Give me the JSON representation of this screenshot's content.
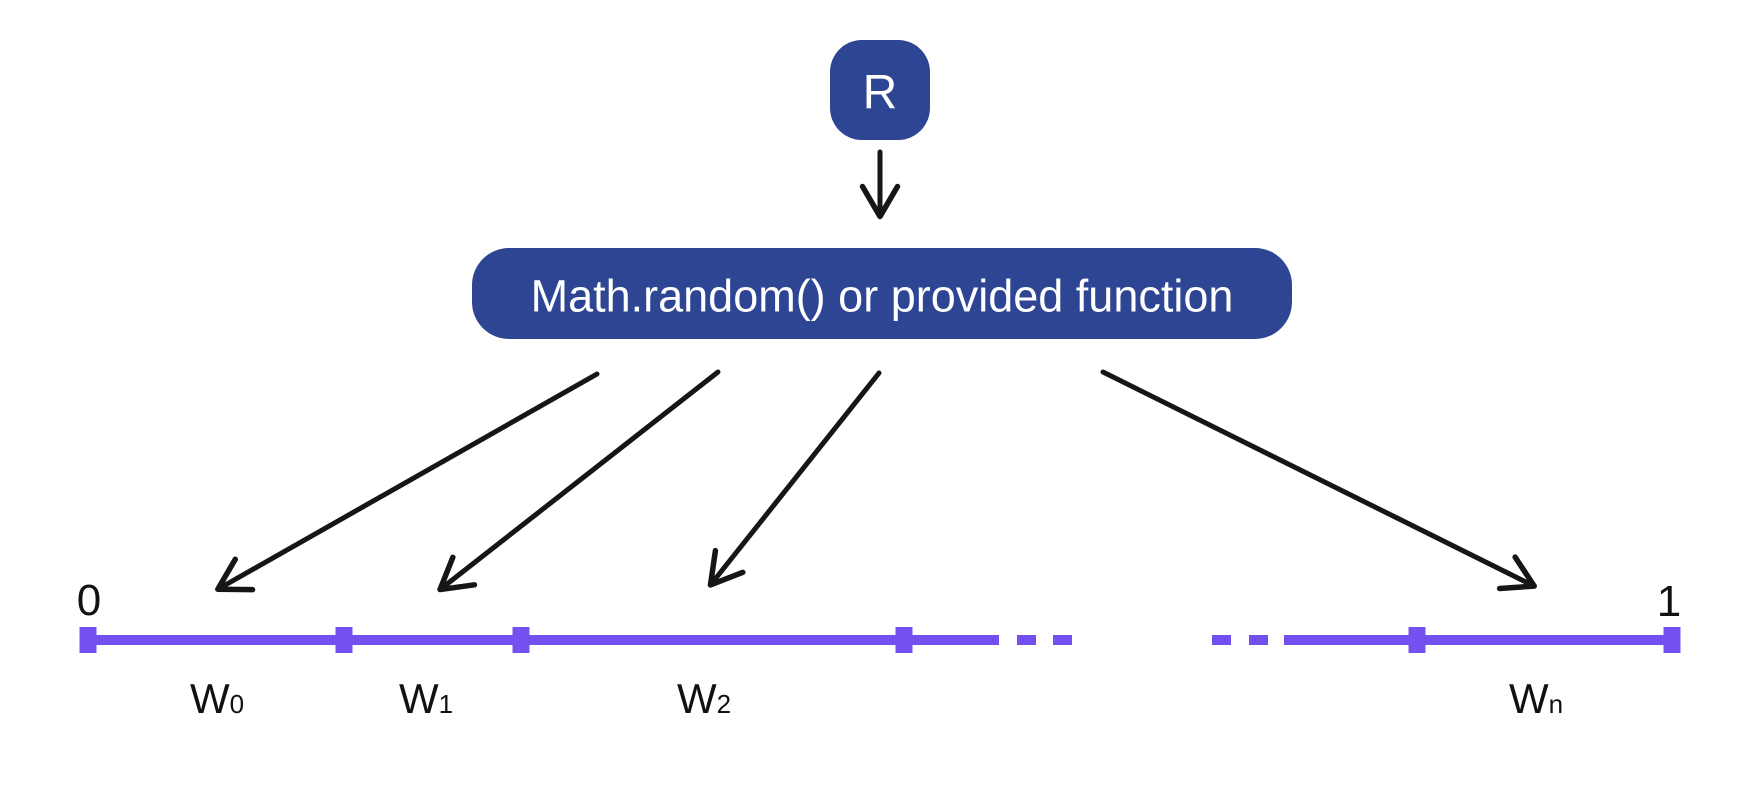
{
  "nodes": {
    "random_source": {
      "label": "R"
    },
    "generator": {
      "label": "Math.random() or provided function"
    }
  },
  "number_line": {
    "start_label": "0",
    "end_label": "1",
    "segment_labels": [
      {
        "base": "W",
        "sub": "0"
      },
      {
        "base": "W",
        "sub": "1"
      },
      {
        "base": "W",
        "sub": "2"
      },
      {
        "base": "W",
        "sub": "n"
      }
    ]
  },
  "colors": {
    "node_fill": "#2e4593",
    "node_text": "#ffffff",
    "line": "#7450f0",
    "arrow": "#161616",
    "label": "#111111"
  }
}
